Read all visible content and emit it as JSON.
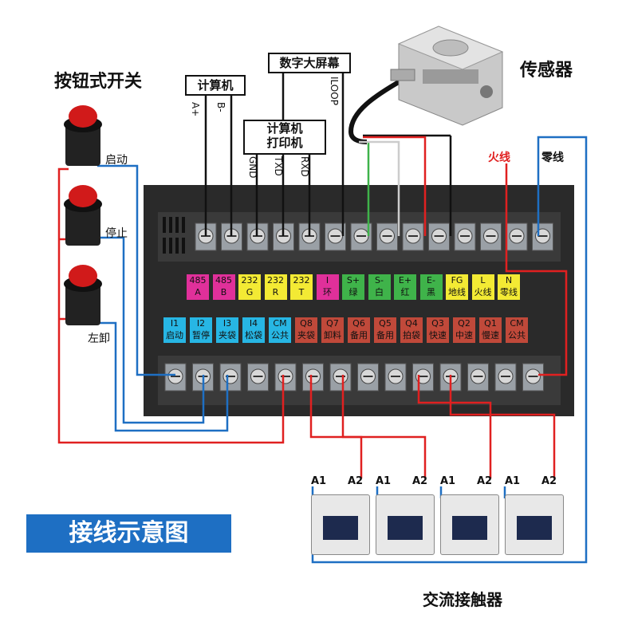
{
  "labels": {
    "button_switch": "按钮式开关",
    "computer_top": "计算机",
    "big_screen": "数字大屏幕",
    "computer_printer_1": "计算机",
    "computer_printer_2": "打印机",
    "sensor": "传感器",
    "live_wire": "火线",
    "neutral_wire": "零线",
    "btn_start": "启动",
    "btn_stop": "停止",
    "btn_unload": "左卸",
    "wiring_diagram": "接线示意图",
    "contactor": "交流接触器"
  },
  "wire_labels": [
    "A+",
    "B-",
    "GND",
    "TXD",
    "RXD",
    "ILOOP"
  ],
  "top_terminals": [
    {
      "l1": "485",
      "l2": "A",
      "color": "#e0309a"
    },
    {
      "l1": "485",
      "l2": "B",
      "color": "#e0309a"
    },
    {
      "l1": "232",
      "l2": "G",
      "color": "#f3ea34"
    },
    {
      "l1": "232",
      "l2": "R",
      "color": "#f3ea34"
    },
    {
      "l1": "232",
      "l2": "T",
      "color": "#f3ea34"
    },
    {
      "l1": "I",
      "l2": "环",
      "color": "#e0309a"
    },
    {
      "l1": "S+",
      "l2": "绿",
      "color": "#3fb34a"
    },
    {
      "l1": "S-",
      "l2": "白",
      "color": "#3fb34a"
    },
    {
      "l1": "E+",
      "l2": "红",
      "color": "#3fb34a"
    },
    {
      "l1": "E-",
      "l2": "黑",
      "color": "#3fb34a"
    },
    {
      "l1": "FG",
      "l2": "地线",
      "color": "#f3ea34"
    },
    {
      "l1": "L",
      "l2": "火线",
      "color": "#f3ea34"
    },
    {
      "l1": "N",
      "l2": "零线",
      "color": "#f3ea34"
    }
  ],
  "bottom_terminals": [
    {
      "l1": "I1",
      "l2": "启动",
      "color": "#27b6e4"
    },
    {
      "l1": "I2",
      "l2": "暂停",
      "color": "#27b6e4"
    },
    {
      "l1": "I3",
      "l2": "夹袋",
      "color": "#27b6e4"
    },
    {
      "l1": "I4",
      "l2": "松袋",
      "color": "#27b6e4"
    },
    {
      "l1": "CM",
      "l2": "公共",
      "color": "#27b6e4"
    },
    {
      "l1": "Q8",
      "l2": "夹袋",
      "color": "#c0493a"
    },
    {
      "l1": "Q7",
      "l2": "卸料",
      "color": "#c0493a"
    },
    {
      "l1": "Q6",
      "l2": "备用",
      "color": "#c0493a"
    },
    {
      "l1": "Q5",
      "l2": "备用",
      "color": "#c0493a"
    },
    {
      "l1": "Q4",
      "l2": "拍袋",
      "color": "#c0493a"
    },
    {
      "l1": "Q3",
      "l2": "快速",
      "color": "#c0493a"
    },
    {
      "l1": "Q2",
      "l2": "中速",
      "color": "#c0493a"
    },
    {
      "l1": "Q1",
      "l2": "慢速",
      "color": "#c0493a"
    },
    {
      "l1": "CM",
      "l2": "公共",
      "color": "#c0493a"
    }
  ],
  "contactor_terminals": [
    "A1",
    "A2",
    "A1",
    "A2",
    "A1",
    "A2",
    "A1",
    "A2"
  ]
}
